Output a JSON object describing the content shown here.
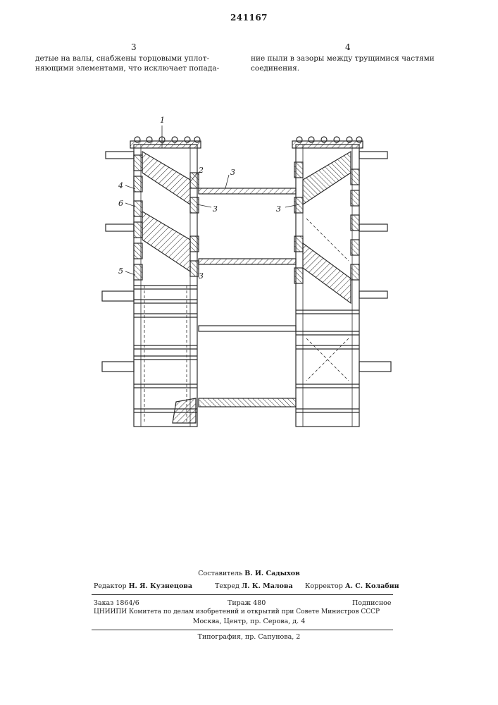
{
  "header": {
    "patent_number": "241167",
    "left_column_number": "3",
    "right_column_number": "4"
  },
  "text": {
    "left_lines": [
      "детые на валы, снабжены торцовыми уплот-",
      "няющими элементами, что исключает попада-"
    ],
    "right_lines": [
      "ние пыли в зазоры между трущимися частями",
      "соединения."
    ]
  },
  "figure": {
    "labels": [
      "1",
      "2",
      "3",
      "3",
      "3",
      "3",
      "4",
      "6",
      "5"
    ]
  },
  "imprint": {
    "compiler_label": "Составитель",
    "compiler_name": "В. И. Садыхов",
    "editor_label": "Редактор",
    "editor_name": "Н. Я. Кузнецова",
    "tech_label": "Техред",
    "tech_name": "Л. К. Малова",
    "corrector_label": "Корректор",
    "corrector_name": "А. С. Колабин",
    "order": "Заказ 1864/6",
    "print_run": "Тираж 480",
    "subscription": "Подписное",
    "institute": "ЦНИИПИ Комитета по делам изобретений и открытий при Совете Министров СССР",
    "address": "Москва, Центр, пр. Серова, д. 4",
    "printing_house": "Типография, пр. Сапунова, 2"
  }
}
